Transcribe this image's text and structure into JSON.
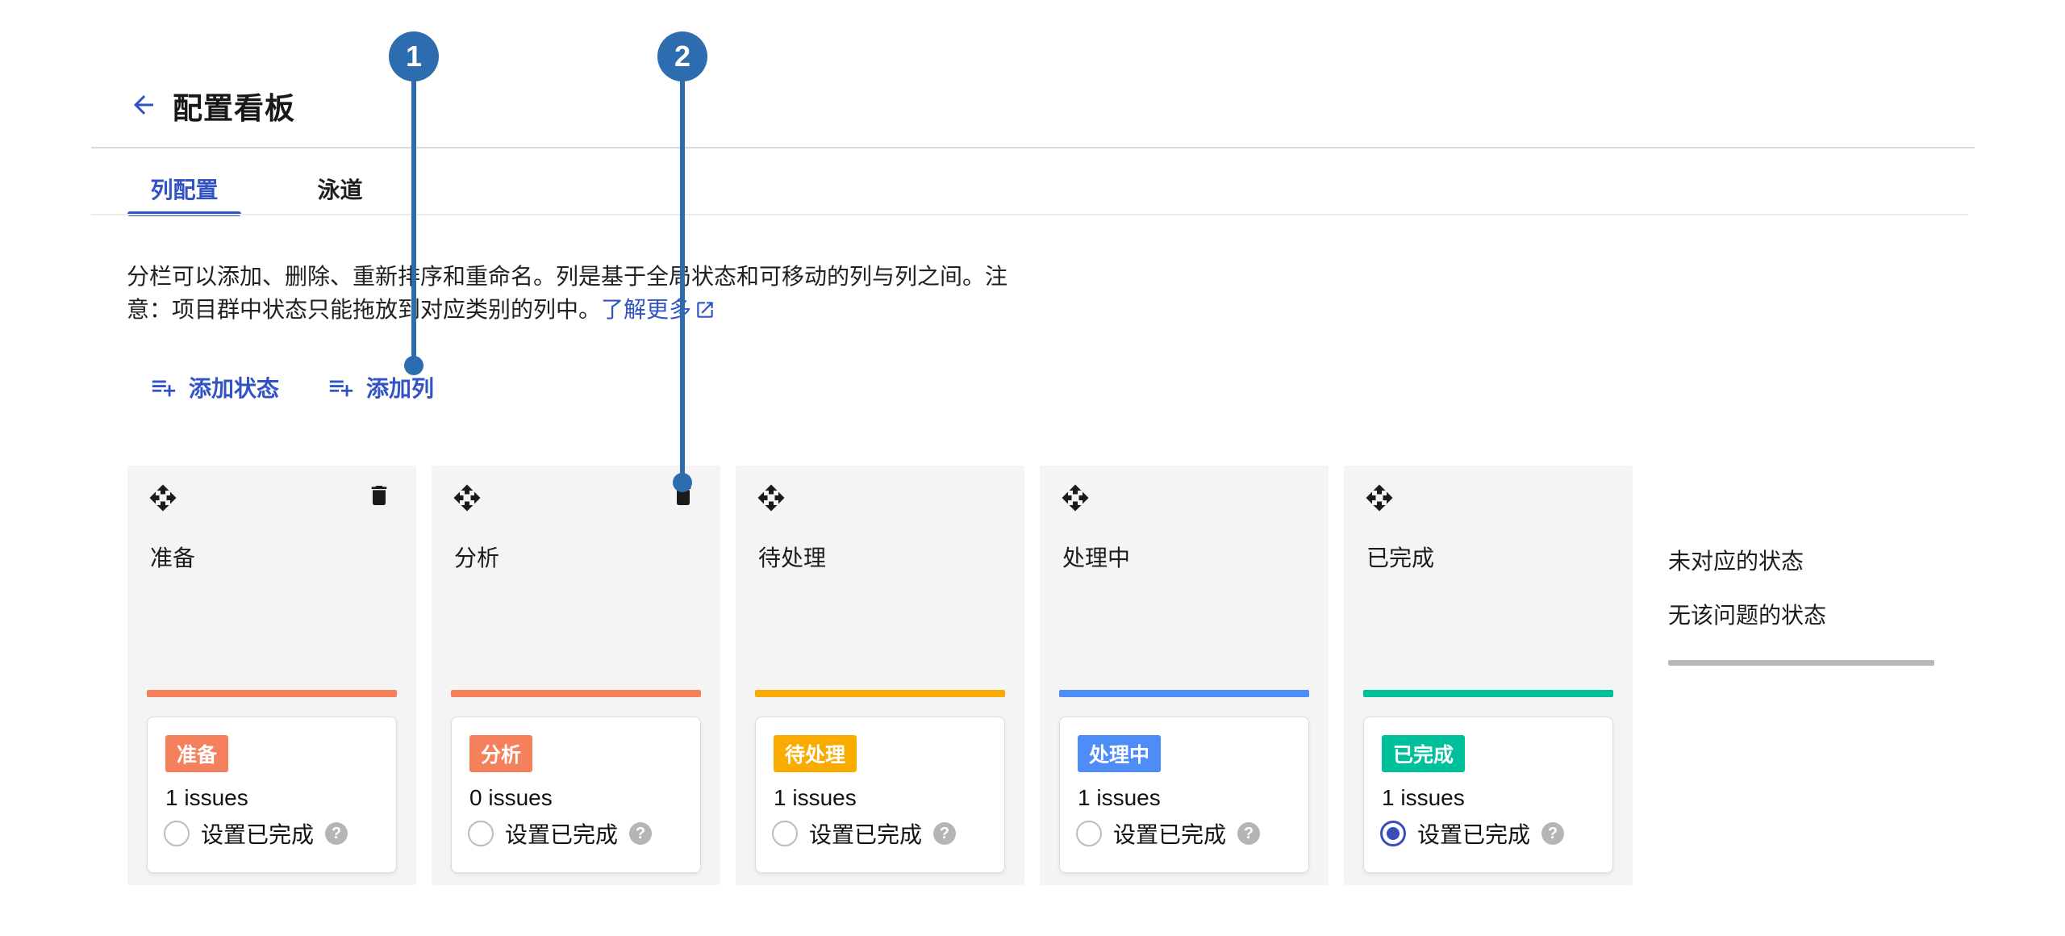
{
  "page": {
    "title": "配置看板"
  },
  "tabs": [
    {
      "label": "列配置",
      "active": true
    },
    {
      "label": "泳道",
      "active": false
    }
  ],
  "description": {
    "line1": "分栏可以添加、删除、重新排序和重命名。列是基于全局状态和可移动的列与列之间。注",
    "line2": "意：项目群中状态只能拖放到对应类别的列中。",
    "link_label": "了解更多"
  },
  "actions": {
    "add_status_label": "添加状态",
    "add_column_label": "添加列"
  },
  "columns": [
    {
      "title": "准备",
      "chip_label": "准备",
      "color": "#F5815C",
      "issues_text": "1 issues",
      "radio_label": "设置已完成",
      "radio_checked": false,
      "deletable": true
    },
    {
      "title": "分析",
      "chip_label": "分析",
      "color": "#F5815C",
      "issues_text": "0 issues",
      "radio_label": "设置已完成",
      "radio_checked": false,
      "deletable": true
    },
    {
      "title": "待处理",
      "chip_label": "待处理",
      "color": "#F9AB00",
      "issues_text": "1 issues",
      "radio_label": "设置已完成",
      "radio_checked": false,
      "deletable": false
    },
    {
      "title": "处理中",
      "chip_label": "处理中",
      "color": "#4E8CF7",
      "issues_text": "1 issues",
      "radio_label": "设置已完成",
      "radio_checked": false,
      "deletable": false
    },
    {
      "title": "已完成",
      "chip_label": "已完成",
      "color": "#00C09C",
      "issues_text": "1 issues",
      "radio_label": "设置已完成",
      "radio_checked": true,
      "deletable": false
    }
  ],
  "unmapped": {
    "title": "未对应的状态",
    "subtitle": "无该问题的状态"
  },
  "callouts": [
    {
      "number": "1"
    },
    {
      "number": "2"
    }
  ],
  "icons": {
    "back": "arrow-left",
    "add": "playlist-add",
    "move": "open-with-arrows",
    "delete": "trash",
    "help": "question-mark-circle",
    "external_link": "open-in-new"
  },
  "colors": {
    "accent": "#3253C6",
    "callout": "#2D6CAE",
    "card_bg": "#F4F4F5",
    "chip_salmon": "#F5815C",
    "chip_amber": "#F9AB00",
    "chip_blue": "#4E8CF7",
    "chip_teal": "#00C09C",
    "unmapped_bar": "#B7B7B7"
  }
}
